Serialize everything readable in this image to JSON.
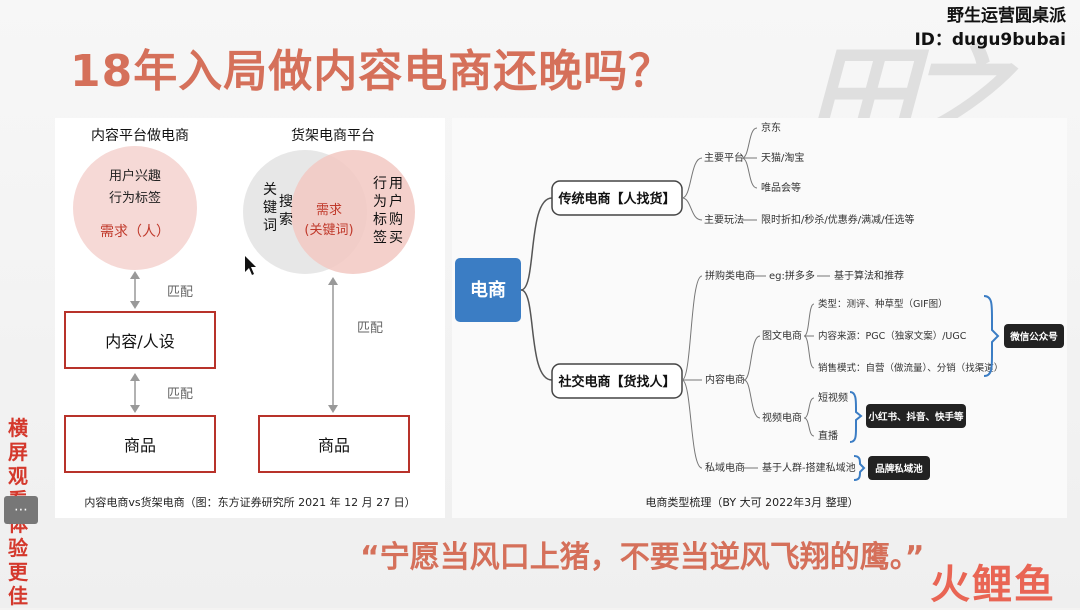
{
  "brand": {
    "line1": "野生运营圆桌派",
    "line2": "ID：dugu9bubai"
  },
  "title": "18年入局做内容电商还晚吗？",
  "watermark": "田之",
  "side_note": "横屏观看体验更佳",
  "side_button": "⋯",
  "quote": "“宁愿当风口上猪，不要当逆风飞翔的鹰。”",
  "logo": "火鲤鱼",
  "left_diagram": {
    "col1_title": "内容平台做电商",
    "col2_title": "货架电商平台",
    "circle_text1": "用户兴趣",
    "circle_text2": "行为标签",
    "need_person": "需求（人）",
    "venn_left_col1": "关键词",
    "venn_left_col2": "搜索",
    "venn_mid1": "需求",
    "venn_mid2": "(关键词)",
    "venn_right_col1": "行为标签",
    "venn_right_col2": "用户购买",
    "match": "匹配",
    "content_box": "内容/人设",
    "goods": "商品",
    "caption": "内容电商vs货架电商（图：东方证券研究所 2021 年 12 月 27 日）"
  },
  "right_diagram": {
    "root": "电商",
    "traditional": "传统电商【人找货】",
    "social": "社交电商【货找人】",
    "main_platform": "主要平台",
    "platforms": [
      "京东",
      "天猫/淘宝",
      "唯品会等"
    ],
    "main_play": "主要玩法",
    "play_detail": "限时折扣/秒杀/优惠券/满减/任选等",
    "pinduo": "拼购类电商",
    "eg": "eg:拼多多",
    "pinduo_desc": "基于算法和推荐",
    "content_ecom": "内容电商",
    "graphic_ecom": "图文电商",
    "graphic_items": [
      "类型：测评、种草型（GIF图）",
      "内容来源：PGC（独家文案）/UGC",
      "销售模式：自营（做流量）、分销（找渠道）"
    ],
    "wechat": "微信公众号",
    "video_ecom": "视频电商",
    "video_items": [
      "短视频",
      "直播"
    ],
    "video_platforms": "小红书、抖音、快手等",
    "private": "私域电商",
    "private_desc": "基于人群-搭建私域池",
    "brand_private": "品牌私域池",
    "caption": "电商类型梳理（BY 大可 2022年3月 整理）"
  }
}
